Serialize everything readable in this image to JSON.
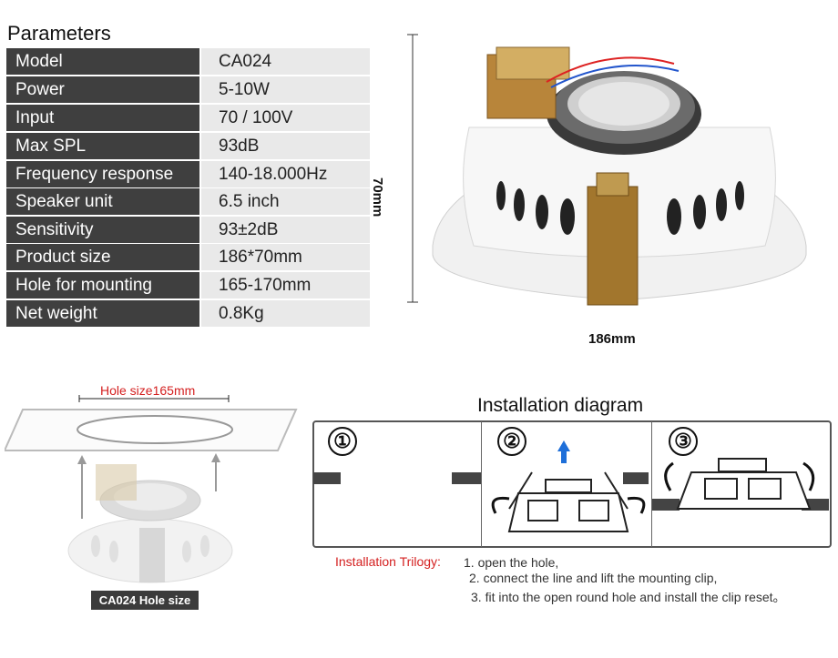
{
  "parameters": {
    "title": "Parameters",
    "rows": [
      {
        "label": "Model",
        "value": "CA024"
      },
      {
        "label": "Power",
        "value": "5-10W"
      },
      {
        "label": "Input",
        "value": "70 / 100V"
      },
      {
        "label": "Max SPL",
        "value": "93dB"
      },
      {
        "label": "Frequency response",
        "value": "140-18.000Hz"
      },
      {
        "label": "Speaker unit",
        "value": "6.5 inch"
      },
      {
        "label": "Sensitivity",
        "value": "93±2dB"
      },
      {
        "label": "Product size",
        "value": "186*70mm"
      },
      {
        "label": "Hole for mounting",
        "value": "165-170mm"
      },
      {
        "label": "Net weight",
        "value": "0.8Kg"
      }
    ]
  },
  "dimensions": {
    "height": "70mm",
    "width": "186mm"
  },
  "hole_section": {
    "hole_size_label": "Hole size165mm",
    "badge": "CA024 Hole size"
  },
  "installation": {
    "title": "Installation diagram",
    "steps": [
      "①",
      "②",
      "③"
    ],
    "trilogy_label": "Installation Trilogy:",
    "trilogy_steps": [
      "1. open the hole,",
      "2. connect the line and lift the mounting clip,",
      "3. fit into the open round hole and install the clip reset。"
    ]
  },
  "colors": {
    "label_bg": "#3f3f3f",
    "value_bg": "#e9e9e9",
    "accent_red": "#d42020",
    "arrow_blue": "#1e6fd9"
  }
}
